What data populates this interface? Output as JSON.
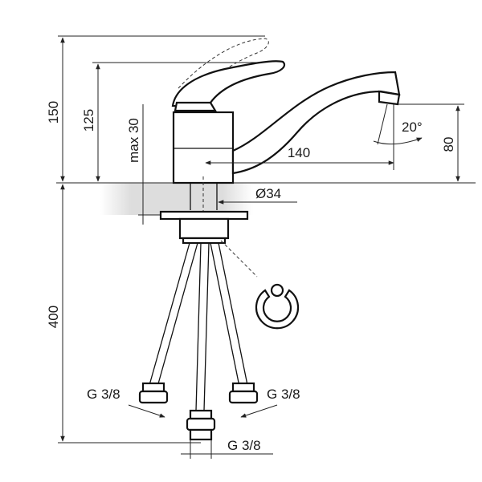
{
  "dimensions": {
    "total_height": "150",
    "handle_height": "125",
    "max_thickness": "max 30",
    "spout_reach": "140",
    "spout_angle": "20°",
    "spout_height": "80",
    "hole_diameter": "Ø34",
    "hose_length": "400",
    "thread_left": "G 3/8",
    "thread_right": "G 3/8",
    "thread_center": "G 3/8"
  }
}
